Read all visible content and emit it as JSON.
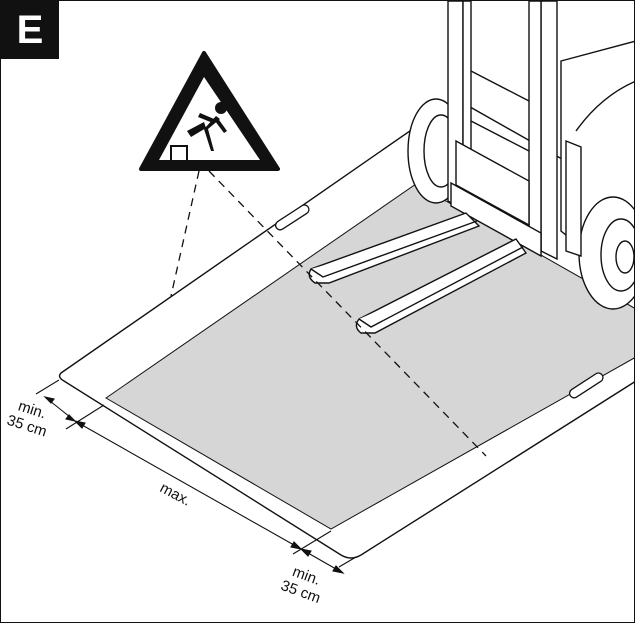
{
  "panel": {
    "letter": "E"
  },
  "dimensions": {
    "left_min": {
      "line1": "min.",
      "line2": "35 cm"
    },
    "middle_max": {
      "label": "max."
    },
    "bottom_min": {
      "line1": "min.",
      "line2": "35 cm"
    }
  },
  "icons": {
    "warning": "fall-hazard-warning-icon",
    "vehicle": "forklift-icon"
  },
  "colors": {
    "ink": "#111111",
    "load_zone": "#d6d6d6",
    "plate": "#ffffff"
  }
}
